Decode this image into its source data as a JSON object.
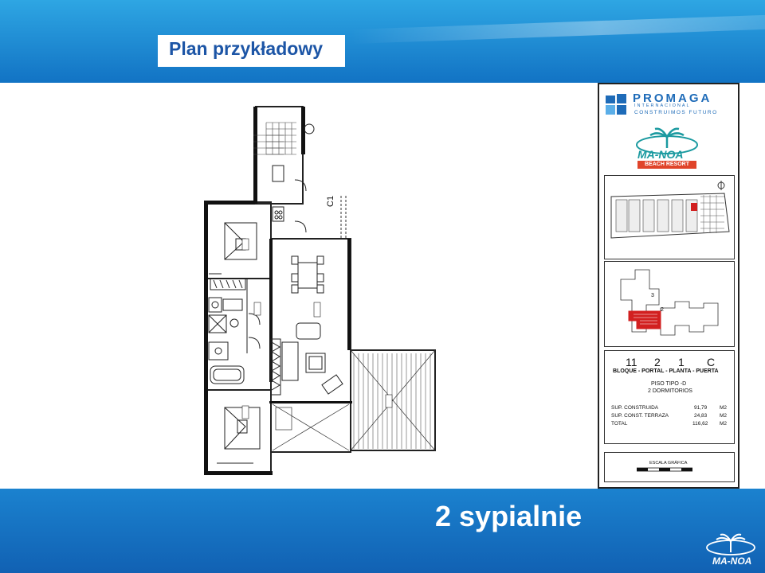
{
  "header": {
    "title": "Plan przykładowy"
  },
  "footer": {
    "subtitle": "2 sypialnie",
    "logo_text": "MA-NOA"
  },
  "floorplan": {
    "corridor_label": "C1"
  },
  "info_panel": {
    "brand_name": "PROMAGA",
    "brand_sub": "INTERNACIONAL",
    "brand_tagline": "CONSTRUIMOS FUTURO",
    "resort_logo": "MA-NOA",
    "resort_banner": "BEACH RESORT",
    "code_values": [
      "11",
      "2",
      "1",
      "C"
    ],
    "code_labels": "BLOQUE - PORTAL - PLANTA - PUERTA",
    "piso": "PISO TIPO -D",
    "dormitorios": "2 DORMITORIOS",
    "areas": [
      {
        "label": "SUP. CONSTRUIDA",
        "value": "91,79",
        "unit": "M2"
      },
      {
        "label": "SUP. CONST. TERRAZA",
        "value": "24,83",
        "unit": "M2"
      },
      {
        "label": "TOTAL",
        "value": "116,62",
        "unit": "M2"
      }
    ],
    "scale_label": "ESCALA GRÁFICA"
  },
  "colors": {
    "header_blue": "#1273c4",
    "title_blue": "#1c55a6",
    "highlight_red": "#d22020",
    "resort_teal": "#1b9aa0",
    "banner_red": "#e0442a"
  }
}
